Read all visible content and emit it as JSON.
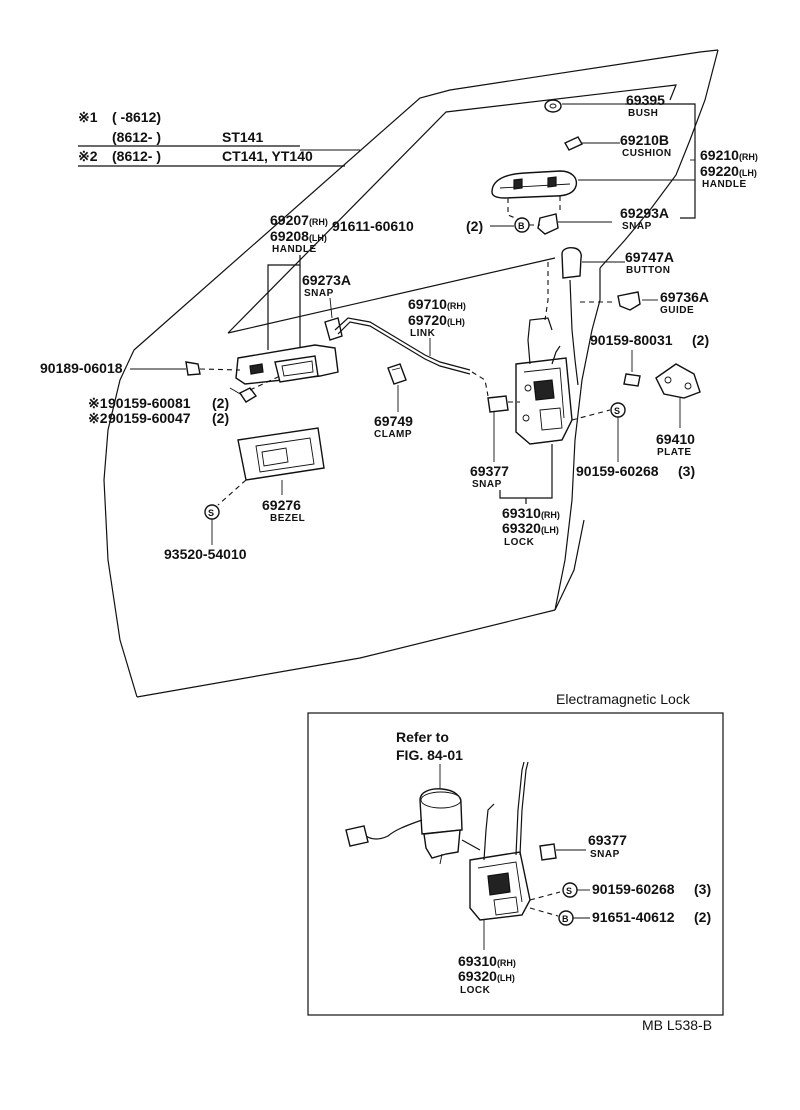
{
  "notes": {
    "n1_mark": "※1",
    "n1_range": "(    -8612)",
    "n1b_range": "(8612-        )",
    "n1b_model": "ST141",
    "n2_mark": "※2",
    "n2_range": "(8612-        )",
    "n2_model": "CT141, YT140"
  },
  "parts": {
    "p69395": {
      "num": "69395",
      "name": "BUSH"
    },
    "p69210B": {
      "num": "69210B",
      "name": "CUSHION"
    },
    "p69210": {
      "num1": "69210",
      "sfx1": "(RH)",
      "num2": "69220",
      "sfx2": "(LH)",
      "name": "HANDLE"
    },
    "p69293A": {
      "num": "69293A",
      "name": "SNAP"
    },
    "p91611": {
      "num": "91611-60610",
      "qty": "(2)",
      "badge": "B"
    },
    "p69207": {
      "num1": "69207",
      "sfx1": "(RH)",
      "num2": "69208",
      "sfx2": "(LH)",
      "name": "HANDLE"
    },
    "p69273A": {
      "num": "69273A",
      "name": "SNAP"
    },
    "p69747A": {
      "num": "69747A",
      "name": "BUTTON"
    },
    "p69736A": {
      "num": "69736A",
      "name": "GUIDE"
    },
    "p69710": {
      "num1": "69710",
      "sfx1": "(RH)",
      "num2": "69720",
      "sfx2": "(LH)",
      "name": "LINK"
    },
    "p90159_80031": {
      "num": "90159-80031",
      "qty": "(2)"
    },
    "p90189": {
      "num": "90189-06018"
    },
    "p90159_60081": {
      "mark": "※1",
      "num": "90159-60081",
      "qty": "(2)"
    },
    "p90159_60047": {
      "mark": "※2",
      "num": "90159-60047",
      "qty": "(2)"
    },
    "p69749": {
      "num": "69749",
      "name": "CLAMP"
    },
    "p69410": {
      "num": "69410",
      "name": "PLATE"
    },
    "p69377": {
      "num": "69377",
      "name": "SNAP"
    },
    "p90159_60268": {
      "num": "90159-60268",
      "qty": "(3)",
      "badge": "S"
    },
    "p69276": {
      "num": "69276",
      "name": "BEZEL",
      "badge": "S"
    },
    "p69310": {
      "num1": "69310",
      "sfx1": "(RH)",
      "num2": "69320",
      "sfx2": "(LH)",
      "name": "LOCK"
    },
    "p93520": {
      "num": "93520-54010"
    }
  },
  "inset": {
    "title": "Electramagnetic Lock",
    "refer1": "Refer to",
    "refer2": "FIG. 84-01",
    "snap": {
      "num": "69377",
      "name": "SNAP"
    },
    "screw": {
      "badge": "S",
      "num": "90159-60268",
      "qty": "(3)"
    },
    "bolt": {
      "badge": "B",
      "num": "91651-40612",
      "qty": "(2)"
    },
    "lock": {
      "num1": "69310",
      "sfx1": "(RH)",
      "num2": "69320",
      "sfx2": "(LH)",
      "name": "LOCK"
    }
  },
  "figure_code": "MB L538-B"
}
